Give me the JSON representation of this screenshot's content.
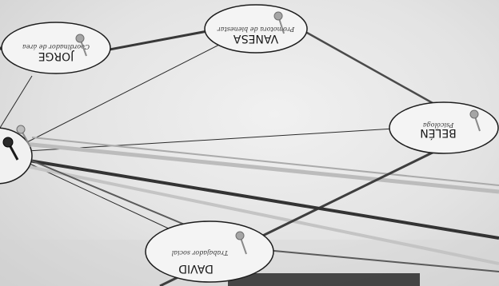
{
  "photo": {
    "subject": "string network diagram pinned on paper",
    "colors": {
      "paper": "#ececec",
      "thread": "#3a3a3a",
      "light_thread": "#bdbdbd",
      "pin": "#9a9a9a",
      "ink": "#1a1a1a"
    }
  },
  "nodes": [
    {
      "id": "jorge",
      "name": "JORGE",
      "subtitle": "Coordinador de área"
    },
    {
      "id": "vanesa",
      "name": "VANESA",
      "subtitle": "Promotora de bienestar"
    },
    {
      "id": "belen",
      "name": "BELÉN",
      "subtitle": "Psicóloga"
    },
    {
      "id": "david",
      "name": "DAVID",
      "subtitle": "Trabajador social"
    }
  ]
}
